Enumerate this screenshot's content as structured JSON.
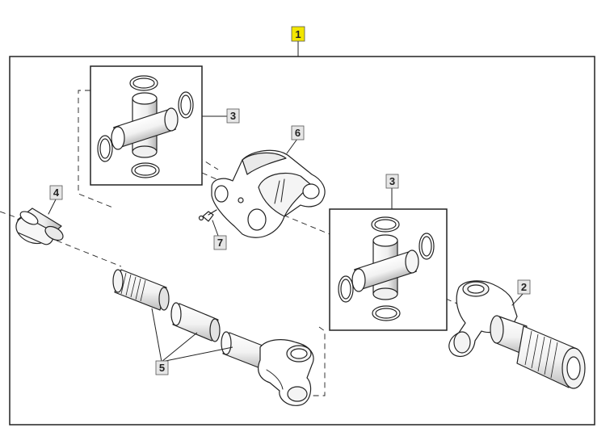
{
  "diagram": {
    "colors": {
      "highlight": "#f2e600",
      "callout_bg": "#e6e6e6",
      "line": "#222222",
      "part_fill": "#ffffff",
      "part_shade": "#dcdcdc"
    },
    "callouts": {
      "c1": "1",
      "c2": "2",
      "c3a": "3",
      "c3b": "3",
      "c4": "4",
      "c5": "5",
      "c6": "6",
      "c7": "7"
    }
  }
}
